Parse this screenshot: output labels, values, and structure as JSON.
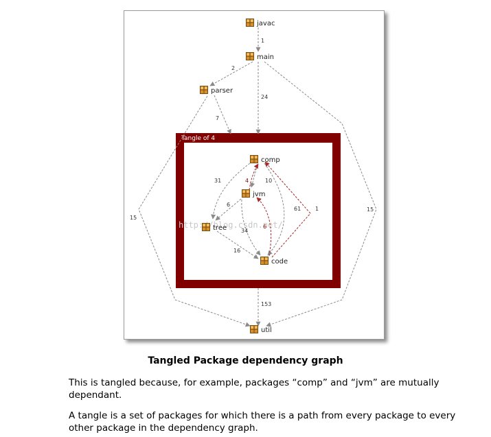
{
  "diagram": {
    "nodes": {
      "javac": "javac",
      "main": "main",
      "parser": "parser",
      "comp": "comp",
      "jvm": "jvm",
      "tree": "tree",
      "code": "code",
      "util": "util"
    },
    "tangle_title": "Tangle of 4",
    "edge_labels": {
      "javac_main": "1",
      "main_parser": "2",
      "main_tangle": "24",
      "parser_tangle": "7",
      "comp_tree": "31",
      "jvm_comp": "4",
      "comp_jvm": "10",
      "jvm_tree": "6",
      "comp_code": "61",
      "code_comp": "1",
      "jvm_code": "34",
      "code_jvm": "6",
      "tree_code": "16",
      "parser_util": "15",
      "main_util": "15",
      "tangle_util": "153"
    },
    "watermark": "http://blog.csdn.net/",
    "colors": {
      "tangle": "#800000",
      "edge": "#8a8a8a",
      "cycle_edge": "#a52a2a",
      "package_icon": "#c8841e"
    }
  },
  "caption": {
    "title": "Tangled Package dependency graph",
    "para1": "This is tangled because, for example, packages “comp” and “jvm” are mutually dependant.",
    "para2": "A tangle is a set of packages for which there is a path from every package to every other package in the dependency graph."
  }
}
